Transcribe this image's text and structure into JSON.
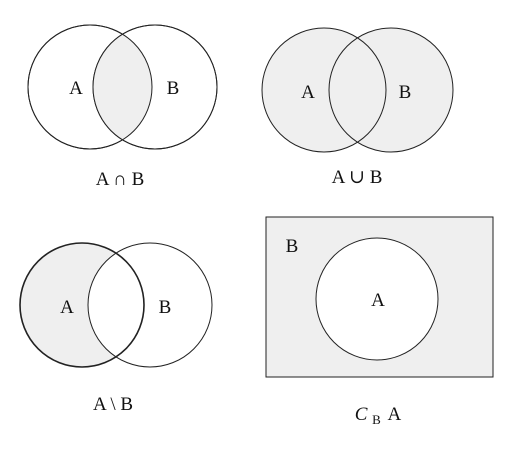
{
  "colors": {
    "shade": "#efefef",
    "stroke": "#222222",
    "background": "#ffffff"
  },
  "panels": {
    "intersection": {
      "label_a": "A",
      "label_b": "B",
      "caption": "A ∩ B"
    },
    "union": {
      "label_a": "A",
      "label_b": "B",
      "caption": "A ∪ B"
    },
    "difference": {
      "label_a": "A",
      "label_b": "B",
      "caption": "A \\ B"
    },
    "complement": {
      "label_universe": "B",
      "label_a": "A",
      "caption_symbol": "C",
      "caption_subscript": "B",
      "caption_set": "A"
    }
  }
}
